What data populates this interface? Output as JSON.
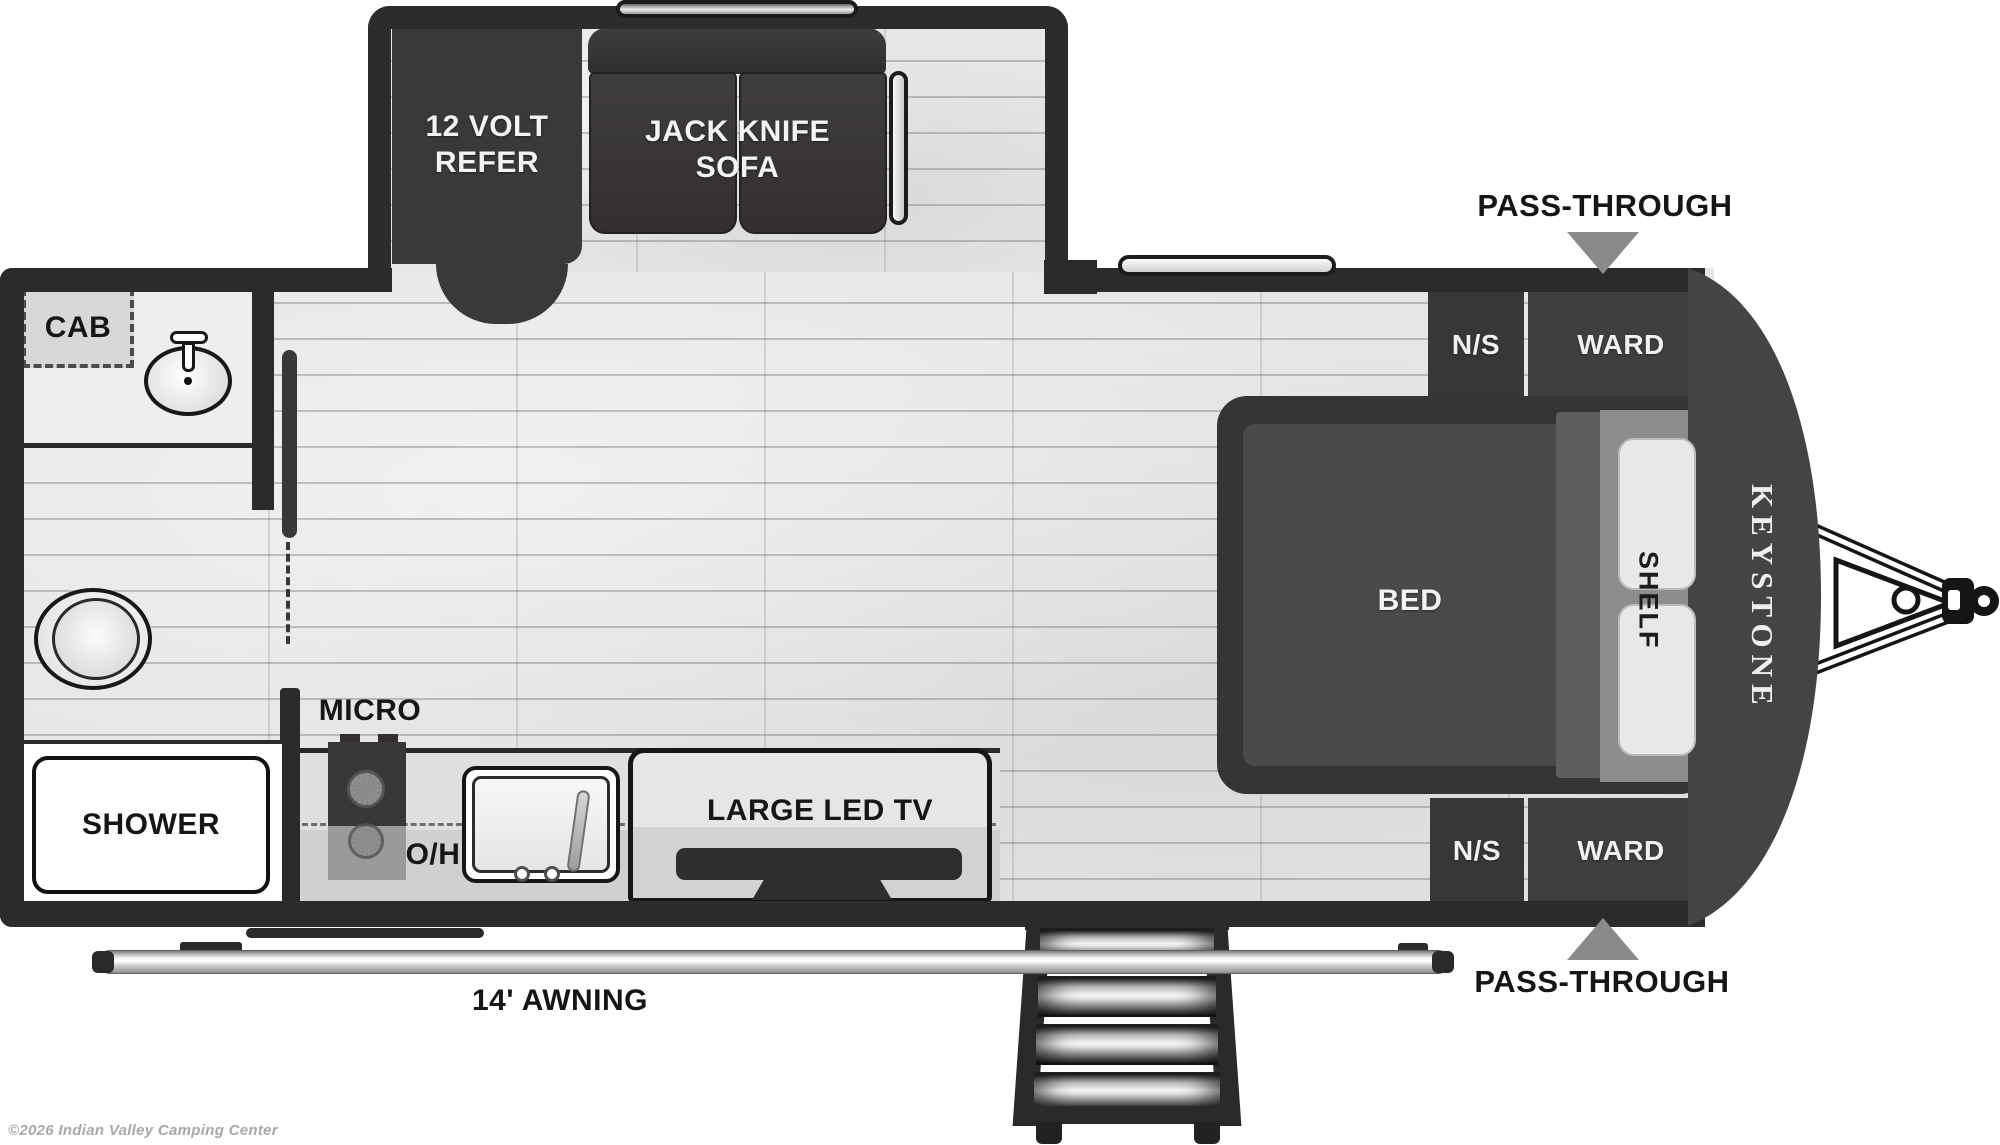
{
  "fp": {
    "brand": "KEYSTONE",
    "slideout": {
      "refer_line1": "12 VOLT",
      "refer_line2": "REFER",
      "sofa_line1": "JACK KNIFE",
      "sofa_line2": "SOFA"
    },
    "bath": {
      "cab": "CAB",
      "shower": "SHOWER"
    },
    "kitchen": {
      "micro": "MICRO",
      "oh": "O/H",
      "tv": "LARGE LED TV"
    },
    "bedroom": {
      "bed": "BED",
      "shelf": "SHELF"
    },
    "storage": {
      "ns_top": "N/S",
      "ward_top": "WARD",
      "ns_bottom": "N/S",
      "ward_bottom": "WARD",
      "pass_through_top": "PASS-THROUGH",
      "pass_through_bottom": "PASS-THROUGH"
    },
    "exterior": {
      "awning": "14' AWNING"
    },
    "copyright": "©2026 Indian Valley Camping Center",
    "colors": {
      "wall": "#2d2a2c",
      "furniture_dark": "#3a3738",
      "cabinet": "#413e40",
      "bed_fill": "#4c494b",
      "shelf_bg": "#8f8c8f",
      "floor": "#e7e6e7",
      "arrow_gray": "#8b898b",
      "front_cap": "#464344",
      "metallic": "#d9d9d9"
    }
  }
}
